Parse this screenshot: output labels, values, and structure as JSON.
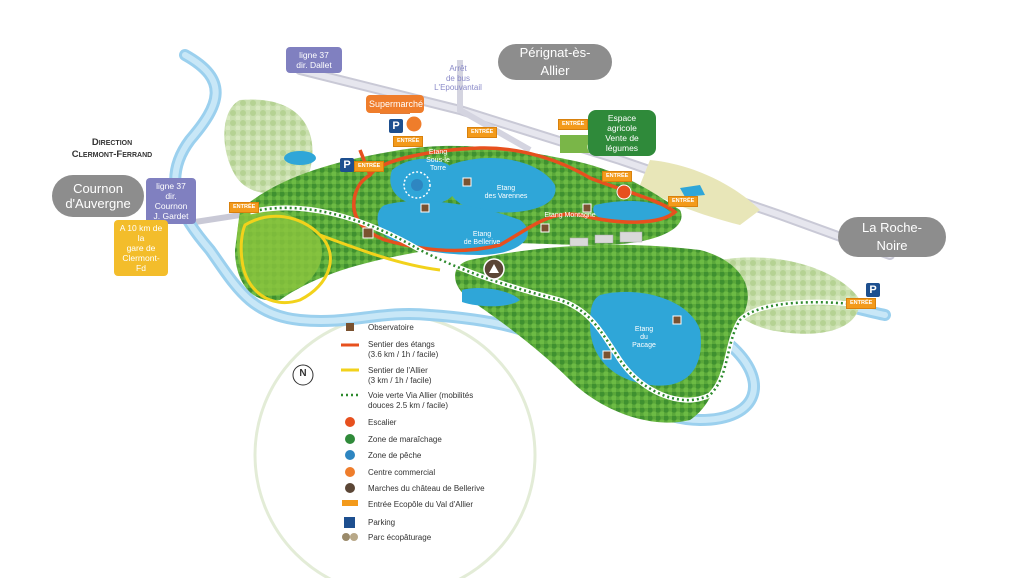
{
  "towns": {
    "perignat": "Pérignat-ès-Allier",
    "cournon_line1": "Cournon",
    "cournon_line2": "d'Auvergne",
    "roche_noire": "La Roche-Noire"
  },
  "direction": {
    "line1": "Direction",
    "line2": "Clermont-Ferrand"
  },
  "bus": {
    "line37_dallet_a": "ligne 37",
    "line37_dallet_b": "dir. Dallet",
    "line37_cournon_a": "ligne 37",
    "line37_cournon_b": "dir. Cournon",
    "line37_cournon_c": "J. Gardet",
    "stop_a": "Arrêt",
    "stop_b": "de bus",
    "stop_c": "L'Epouvantail"
  },
  "gare": {
    "a": "A 10 km de la",
    "b": "gare de",
    "c": "Clermont-Fd"
  },
  "places": {
    "supermarche": "Supermarché",
    "agricole_a": "Espace agricole",
    "agricole_b": "Vente de légumes"
  },
  "lakes": {
    "sous_torre_a": "Etang",
    "sous_torre_b": "Sous-le",
    "sous_torre_c": "Torre",
    "varennes_a": "Etang",
    "varennes_b": "des Varennes",
    "montagne": "Etang Montagne",
    "bellerive_a": "Etang",
    "bellerive_b": "de Bellerive",
    "pacage_a": "Etang",
    "pacage_b": "du",
    "pacage_c": "Pacage"
  },
  "entree_label": "ENTRÉE",
  "parking_letter": "P",
  "compass": "N",
  "legend": {
    "observatoire": "Observatoire",
    "etangs_a": "Sentier des étangs",
    "etangs_b": "(3.6 km / 1h / facile)",
    "allier_a": "Sentier de l'Allier",
    "allier_b": "(3 km / 1h / facile)",
    "via_a": "Voie verte Via Allier (mobilités",
    "via_b": "douces 2.5 km /  facile)",
    "escalier": "Escalier",
    "maraichage": "Zone de maraîchage",
    "peche": "Zone de pêche",
    "commercial": "Centre commercial",
    "marches": "Marches du château de Bellerive",
    "entree": "Entrée Ecopôle du Val d'Allier",
    "parking": "Parking",
    "ecopaturage": "Parc écopâturage"
  },
  "colors": {
    "water": "#2fa6d8",
    "forest_dark": "#3a8d2a",
    "forest_light": "#8cc63f",
    "trail_orange": "#e7501e",
    "trail_yellow": "#f2d21b",
    "bus_purple": "#8080c0",
    "gare_yellow": "#f3bd2b",
    "super_orange": "#ef7d2b",
    "agri_green": "#2f8a3a",
    "town_grey": "#8d8d8d",
    "parking_blue": "#1d4f8f",
    "entree_orange": "#f39a1b"
  }
}
